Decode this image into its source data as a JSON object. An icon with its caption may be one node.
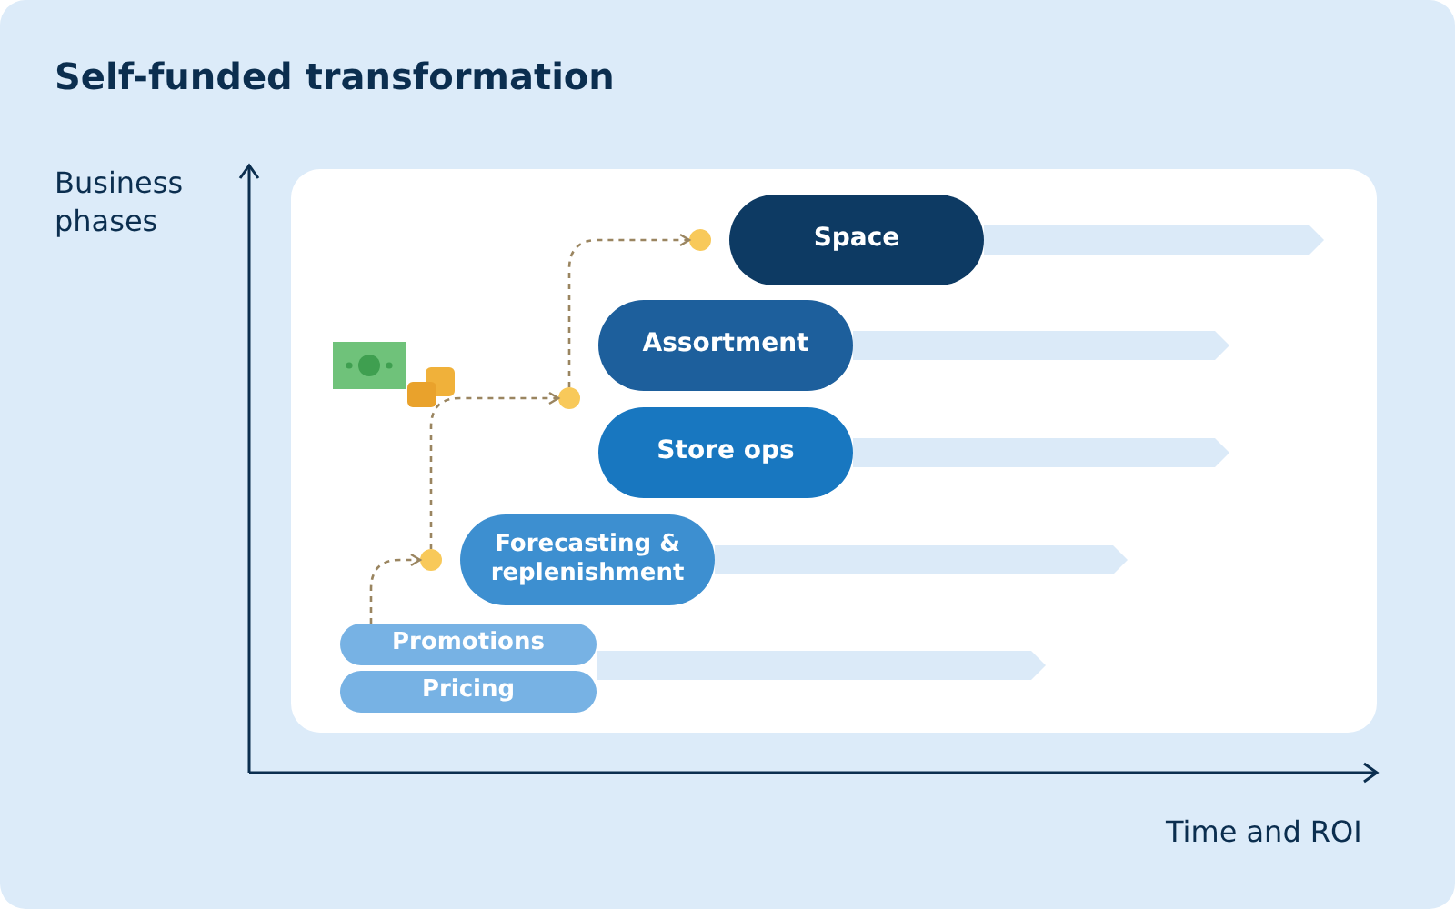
{
  "diagram": {
    "title": "Self-funded transformation",
    "nodes": [
      {
        "text": [
          "Space"
        ]
      },
      {
        "text": [
          "Assortment"
        ]
      },
      {
        "text": [
          "Store ops"
        ]
      },
      {
        "text": [
          "Forecasting & replenishment"
        ]
      },
      {
        "text": [
          "Promotions"
        ]
      },
      {
        "text": [
          "Pricing"
        ]
      },
      {
        "text": [],
        "shape": "circle"
      },
      {
        "text": [],
        "shape": "circle"
      },
      {
        "text": [],
        "shape": "circle"
      }
    ],
    "edges": [
      {
        "from": 4,
        "to": 8,
        "arrow": "to",
        "style": "dashed"
      },
      {
        "from": 8,
        "to": 7,
        "arrow": "to",
        "style": "dashed"
      },
      {
        "from": 7,
        "to": 6,
        "arrow": "to",
        "style": "dashed"
      }
    ],
    "labels": [
      "Business phases",
      "Time and ROI"
    ]
  }
}
